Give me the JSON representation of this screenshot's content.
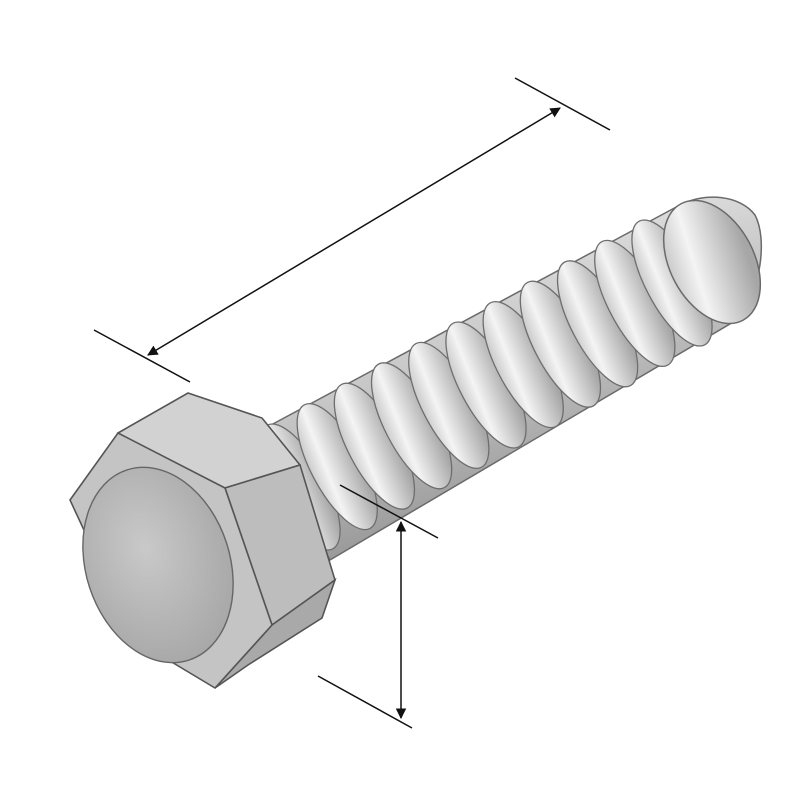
{
  "figure": {
    "subject": "hex-bolt",
    "colors": {
      "background": "#ffffff",
      "metal_light": "#e6e6e6",
      "metal_mid": "#bdbdbd",
      "metal_dark": "#8f8f8f",
      "outline": "#5a5a5a",
      "dimension_line": "#111111"
    },
    "dimensions": [
      {
        "name": "bolt-length",
        "label": ""
      },
      {
        "name": "bolt-diameter",
        "label": ""
      }
    ]
  }
}
